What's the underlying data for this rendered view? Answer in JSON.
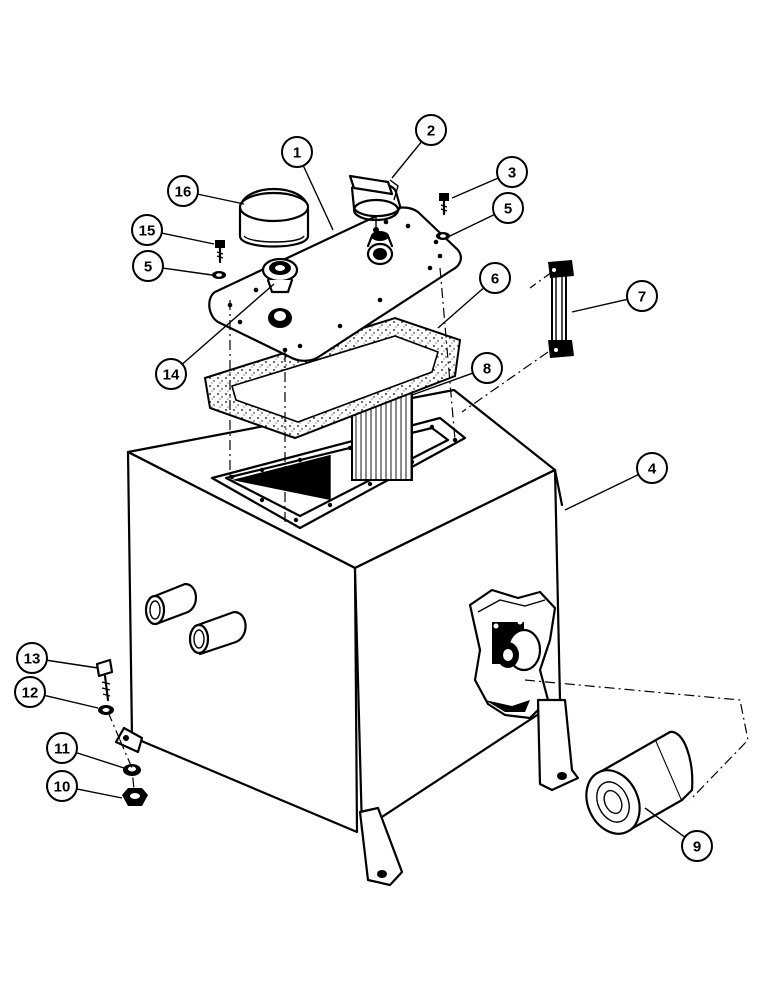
{
  "callouts": [
    {
      "id": "c1",
      "label": "1"
    },
    {
      "id": "c2",
      "label": "2"
    },
    {
      "id": "c3",
      "label": "3"
    },
    {
      "id": "c4",
      "label": "4"
    },
    {
      "id": "c5a",
      "label": "5"
    },
    {
      "id": "c5b",
      "label": "5"
    },
    {
      "id": "c6",
      "label": "6"
    },
    {
      "id": "c7",
      "label": "7"
    },
    {
      "id": "c8",
      "label": "8"
    },
    {
      "id": "c9",
      "label": "9"
    },
    {
      "id": "c10",
      "label": "10"
    },
    {
      "id": "c11",
      "label": "11"
    },
    {
      "id": "c12",
      "label": "12"
    },
    {
      "id": "c13",
      "label": "13"
    },
    {
      "id": "c14",
      "label": "14"
    },
    {
      "id": "c15",
      "label": "15"
    },
    {
      "id": "c16",
      "label": "16"
    }
  ]
}
